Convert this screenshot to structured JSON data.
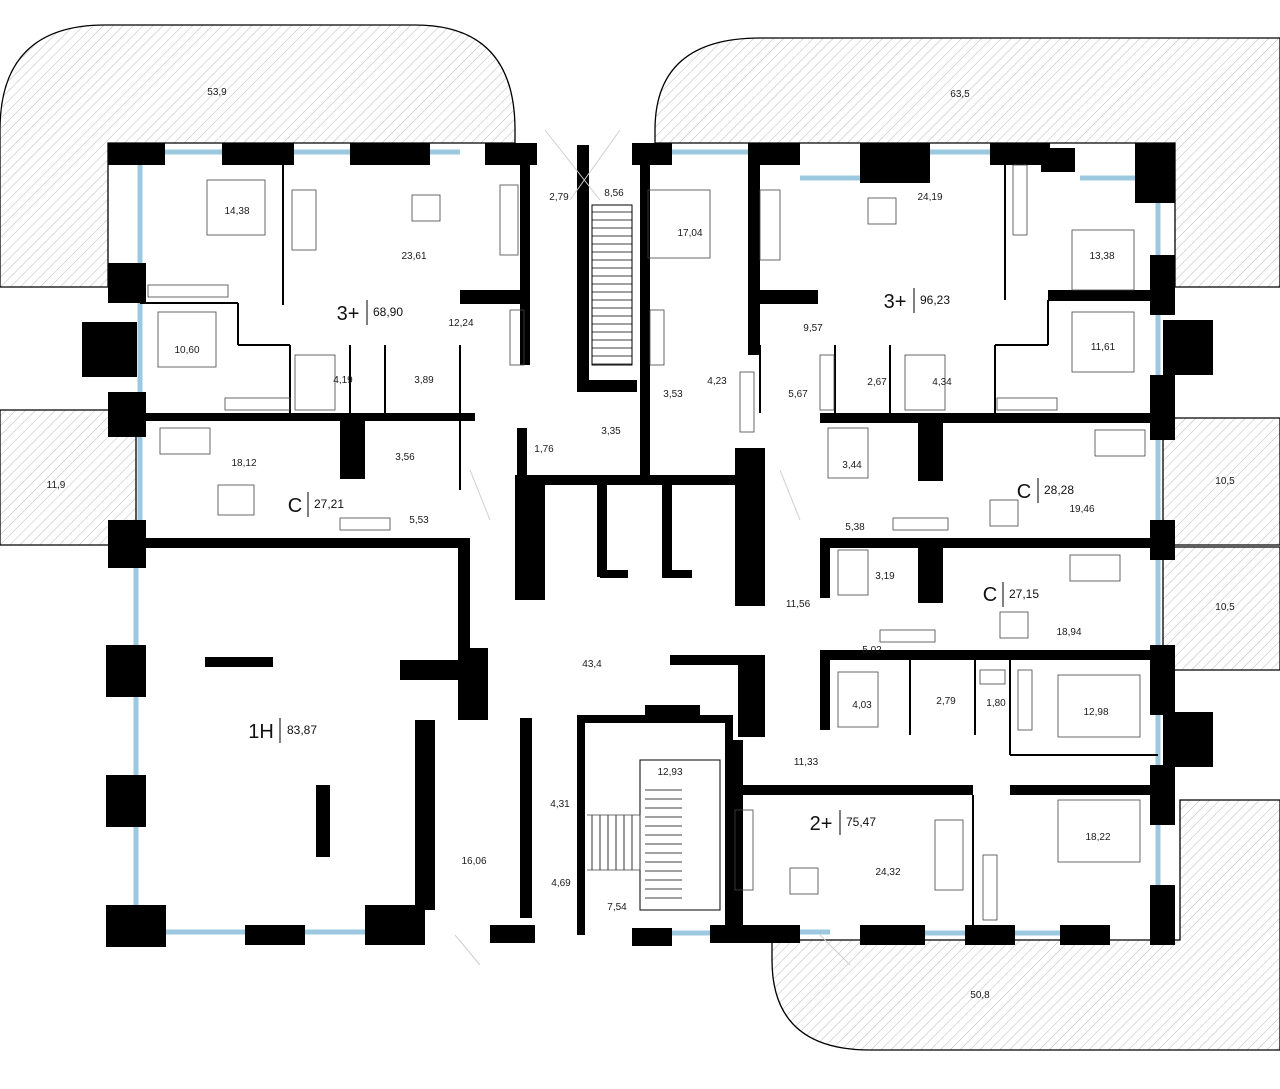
{
  "terraces": [
    {
      "id": "nw",
      "area": "53,9"
    },
    {
      "id": "ne",
      "area": "63,5"
    },
    {
      "id": "w",
      "area": "11,9"
    },
    {
      "id": "e1",
      "area": "10,5"
    },
    {
      "id": "e2",
      "area": "10,5"
    },
    {
      "id": "se",
      "area": "50,8"
    }
  ],
  "apartments": [
    {
      "id": "a1",
      "type": "3+",
      "total": "68,90"
    },
    {
      "id": "a2",
      "type": "3+",
      "total": "96,23"
    },
    {
      "id": "a3",
      "type": "С",
      "total": "27,21"
    },
    {
      "id": "a4",
      "type": "С",
      "total": "28,28"
    },
    {
      "id": "a5",
      "type": "С",
      "total": "27,15"
    },
    {
      "id": "a6",
      "type": "1Н",
      "total": "83,87"
    },
    {
      "id": "a7",
      "type": "2+",
      "total": "75,47"
    }
  ],
  "rooms": [
    "14,38",
    "23,61",
    "2,79",
    "8,56",
    "17,04",
    "24,19",
    "13,38",
    "12,24",
    "10,60",
    "4,19",
    "3,89",
    "9,57",
    "11,61",
    "4,23",
    "3,53",
    "5,67",
    "2,67",
    "4,34",
    "3,35",
    "1,76",
    "18,12",
    "3,56",
    "3,44",
    "19,46",
    "5,53",
    "5,38",
    "3,19",
    "11,56",
    "18,94",
    "5,02",
    "43,4",
    "4,03",
    "2,79",
    "1,80",
    "12,98",
    "11,33",
    "12,93",
    "4,31",
    "16,06",
    "18,22",
    "24,32",
    "4,69",
    "7,54"
  ]
}
